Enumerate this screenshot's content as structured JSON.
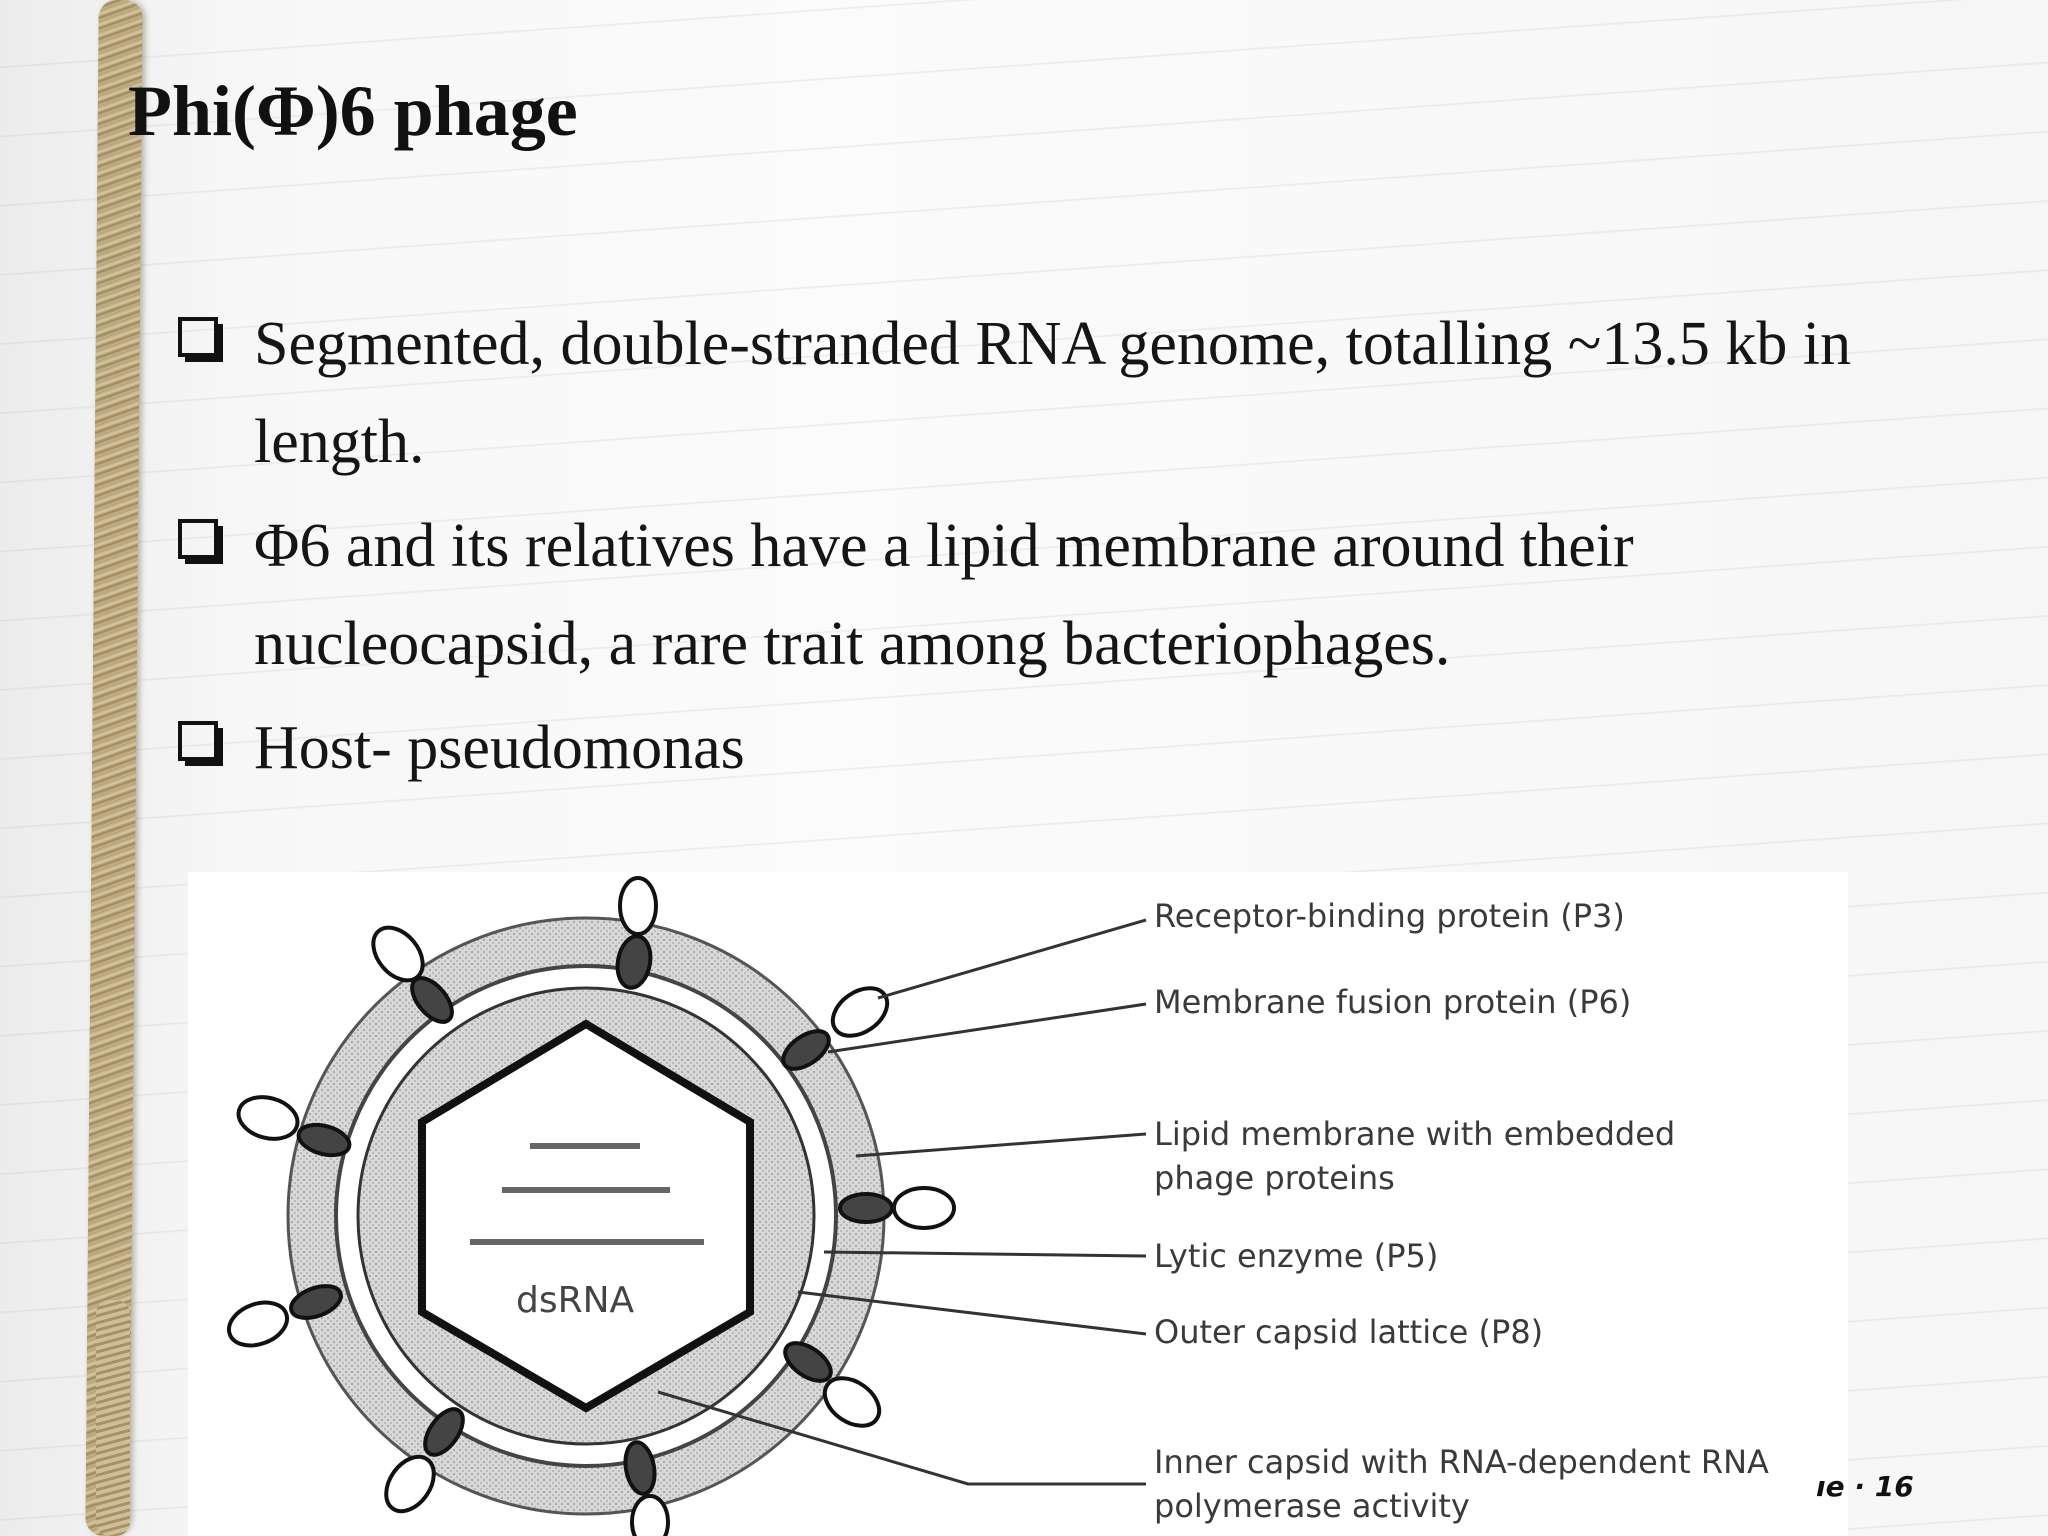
{
  "title": "Phi(Φ)6 phage",
  "bullets": [
    "Segmented, double-stranded RNA genome, totalling ~13.5 kb in length.",
    "Φ6 and its relatives have a lipid membrane around their nucleocapsid, a rare trait among bacteriophages.",
    "Host-  pseudomonas"
  ],
  "diagram": {
    "center_label": "dsRNA",
    "labels": [
      "Receptor-binding protein (P3)",
      "Membrane fusion protein (P6)",
      "Lipid membrane with embedded phage proteins",
      "Lytic enzyme (P5)",
      "Outer capsid lattice (P8)",
      "Inner capsid with RNA-dependent RNA polymerase activity"
    ]
  },
  "footer": {
    "page": "ıe · 16"
  }
}
